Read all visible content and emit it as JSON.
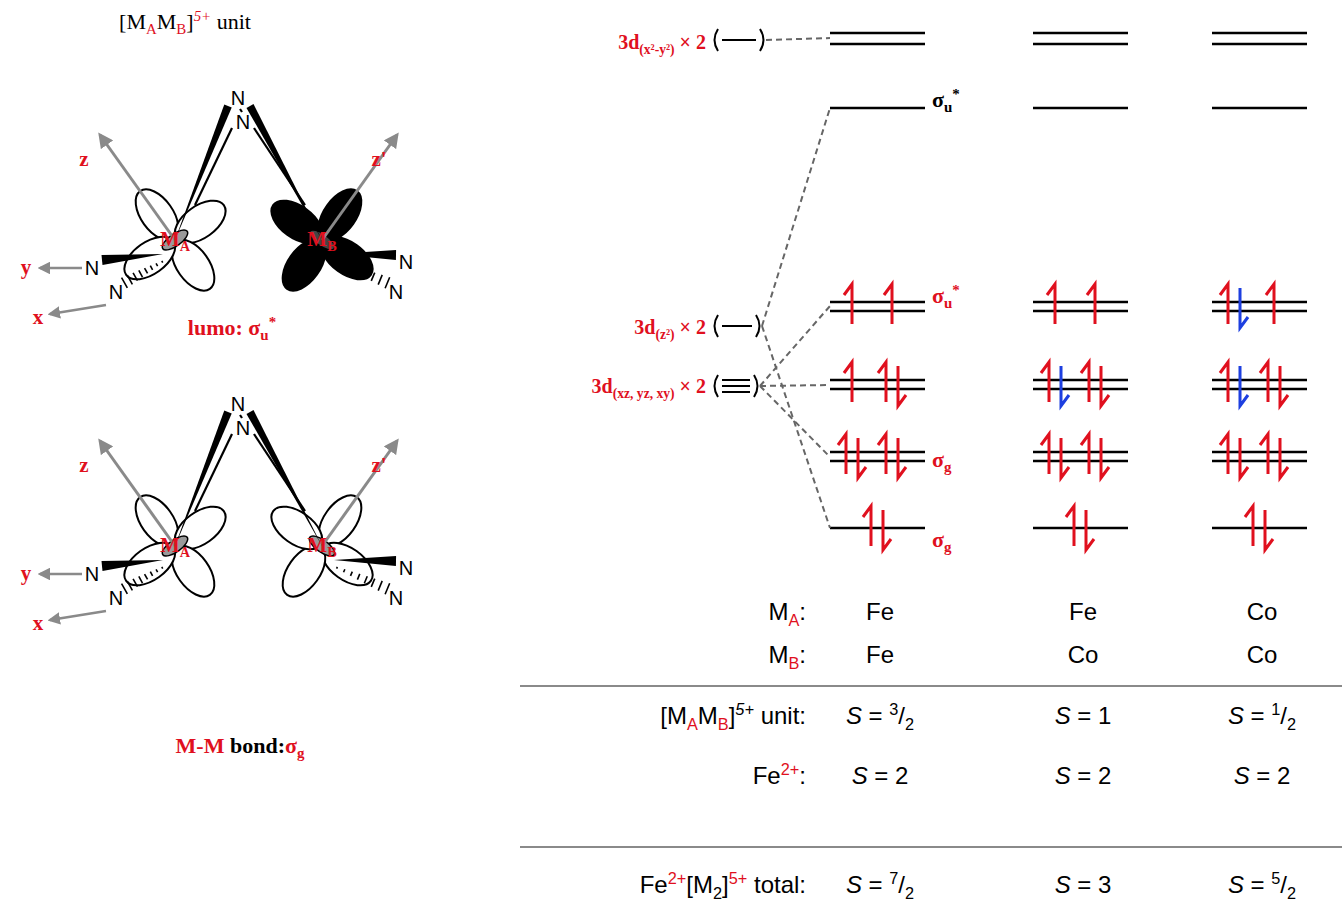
{
  "diagram": {
    "labels": [
      "[MAMB]5+ unit",
      "z",
      "z'",
      "N",
      "N",
      "MA",
      "MB",
      "y",
      "N",
      "N",
      "x",
      "N",
      "N",
      "lumo: σu*",
      "z",
      "z'",
      "N",
      "N",
      "MA",
      "MB",
      "y",
      "N",
      "N",
      "x",
      "N",
      "N",
      "M-M bond:σg",
      "3d(x²-y²) × 2",
      "σu*",
      "3d(z²) × 2",
      "σu*",
      "3d(xz, yz, xy) × 2",
      "σg",
      "σg",
      "MA:",
      "Fe",
      "Fe",
      "Co",
      "MB:",
      "Fe",
      "Co",
      "Co",
      "[MAMB]5+ unit:",
      "S = 3/2",
      "S = 1",
      "S = 1/2",
      "Fe2+:",
      "S = 2",
      "S = 2",
      "S = 2",
      "Fe2+[M2]5+ total:",
      "S = 7/2",
      "S = 3",
      "S = 5/2"
    ]
  }
}
